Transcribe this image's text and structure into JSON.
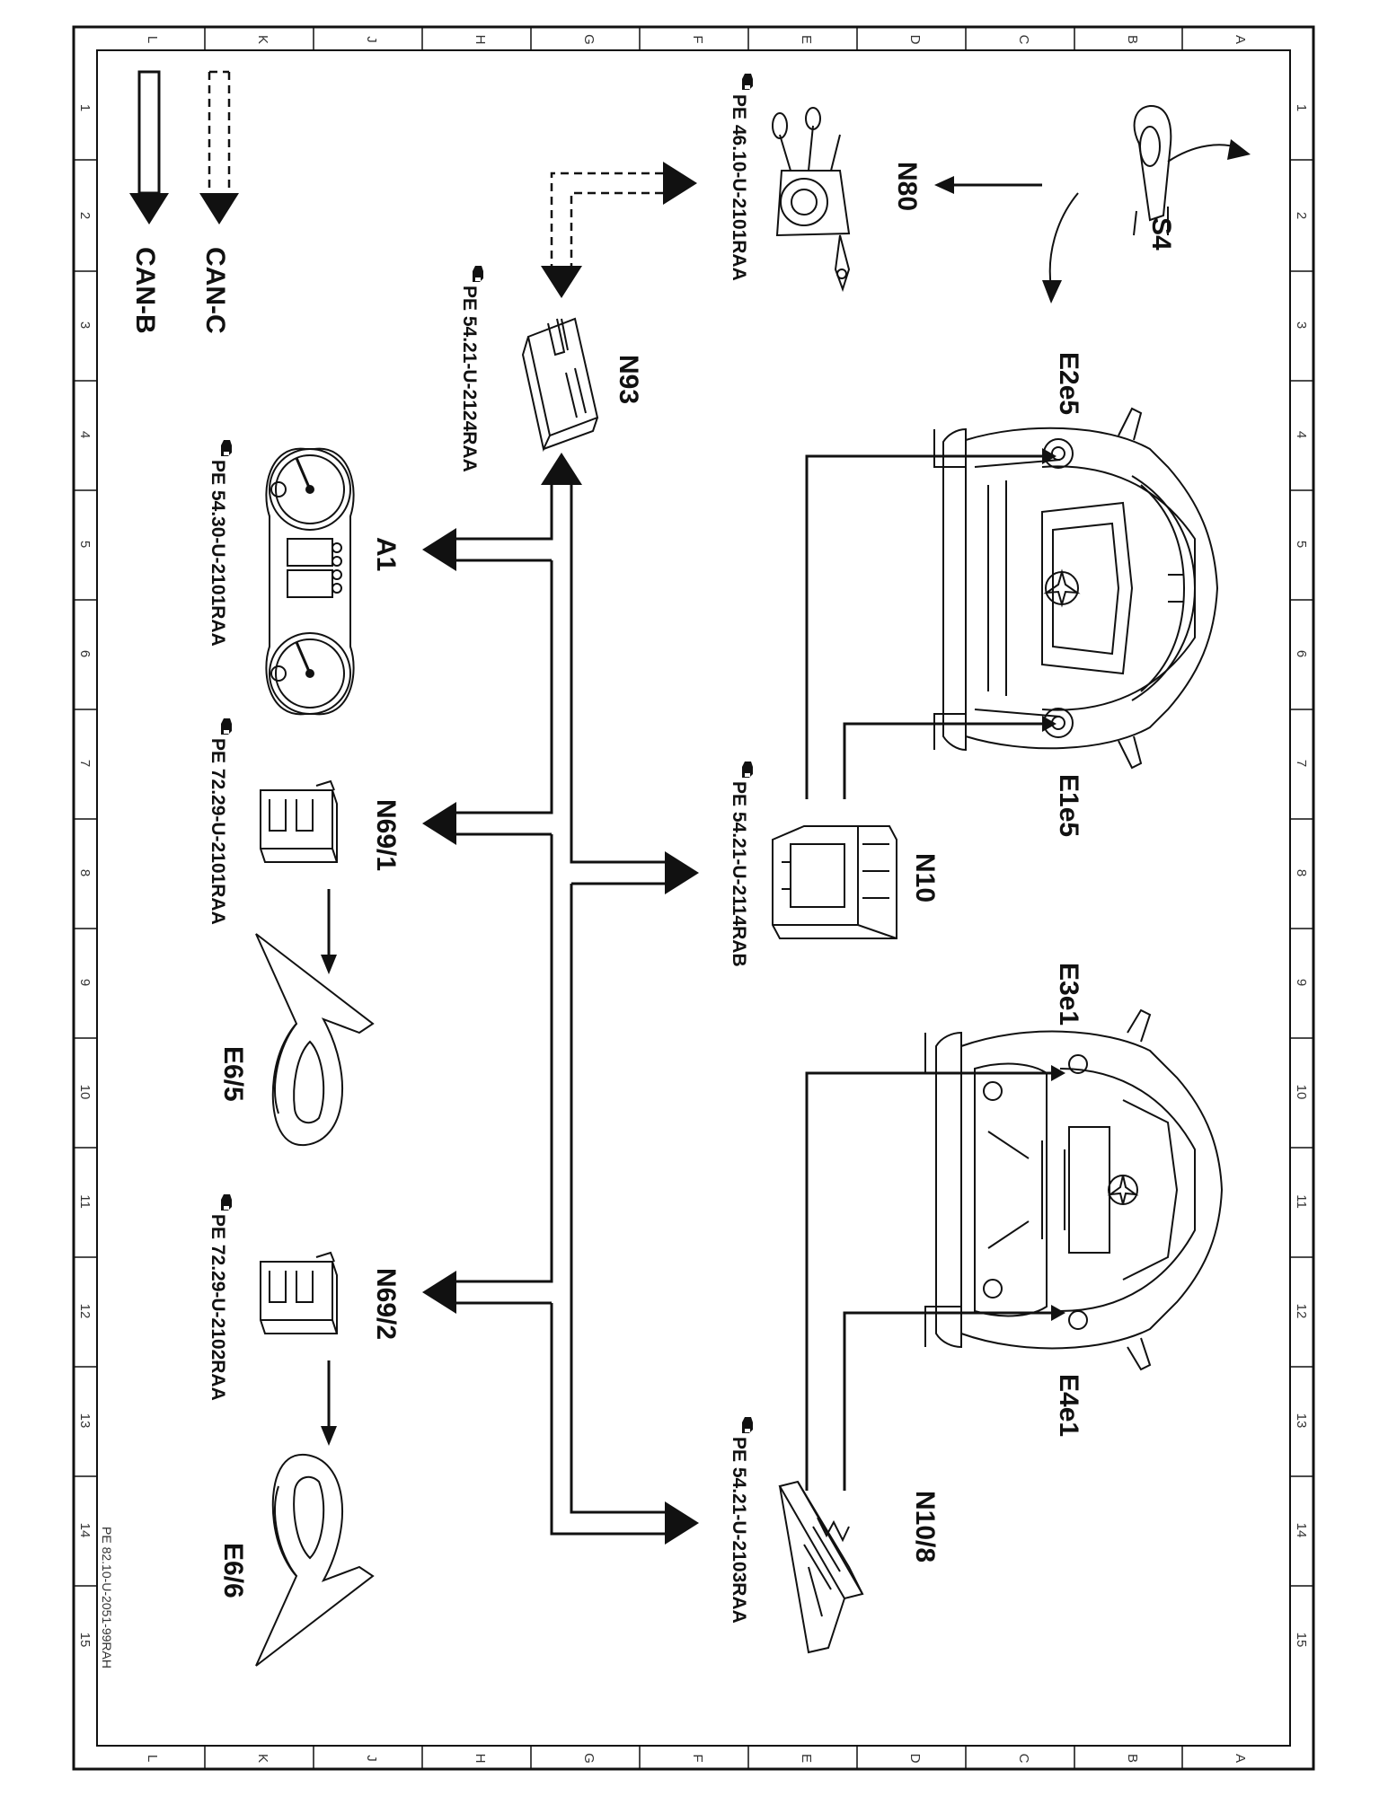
{
  "grid": {
    "rows": [
      "A",
      "B",
      "C",
      "D",
      "E",
      "F",
      "G",
      "H",
      "J",
      "K",
      "L"
    ],
    "cols": [
      "1",
      "2",
      "3",
      "4",
      "5",
      "6",
      "7",
      "8",
      "9",
      "10",
      "11",
      "12",
      "13",
      "14",
      "15"
    ]
  },
  "legend": {
    "can_c": "CAN-C",
    "can_b": "CAN-B"
  },
  "components": {
    "s4": "S4",
    "n80": "N80",
    "n93": "N93",
    "e2e5": "E2e5",
    "e1e5": "E1e5",
    "n10": "N10",
    "a1": "A1",
    "n69_1": "N69/1",
    "e6_5": "E6/5",
    "e3e1": "E3e1",
    "e4e1": "E4e1",
    "n10_8": "N10/8",
    "n69_2": "N69/2",
    "e6_6": "E6/6"
  },
  "references": {
    "n80": "PE 46.10-U-2101RAA",
    "n93": "PE 54.21-U-2124RAA",
    "a1": "PE 54.30-U-2101RAA",
    "n69_1": "PE 72.29-U-2101RAA",
    "n10": "PE 54.21-U-2114RAB",
    "n69_2": "PE 72.29-U-2102RAA",
    "n10_8": "PE 54.21-U-2103RAA"
  },
  "footer_id": "PE 82.10-U-2051-99RAH"
}
